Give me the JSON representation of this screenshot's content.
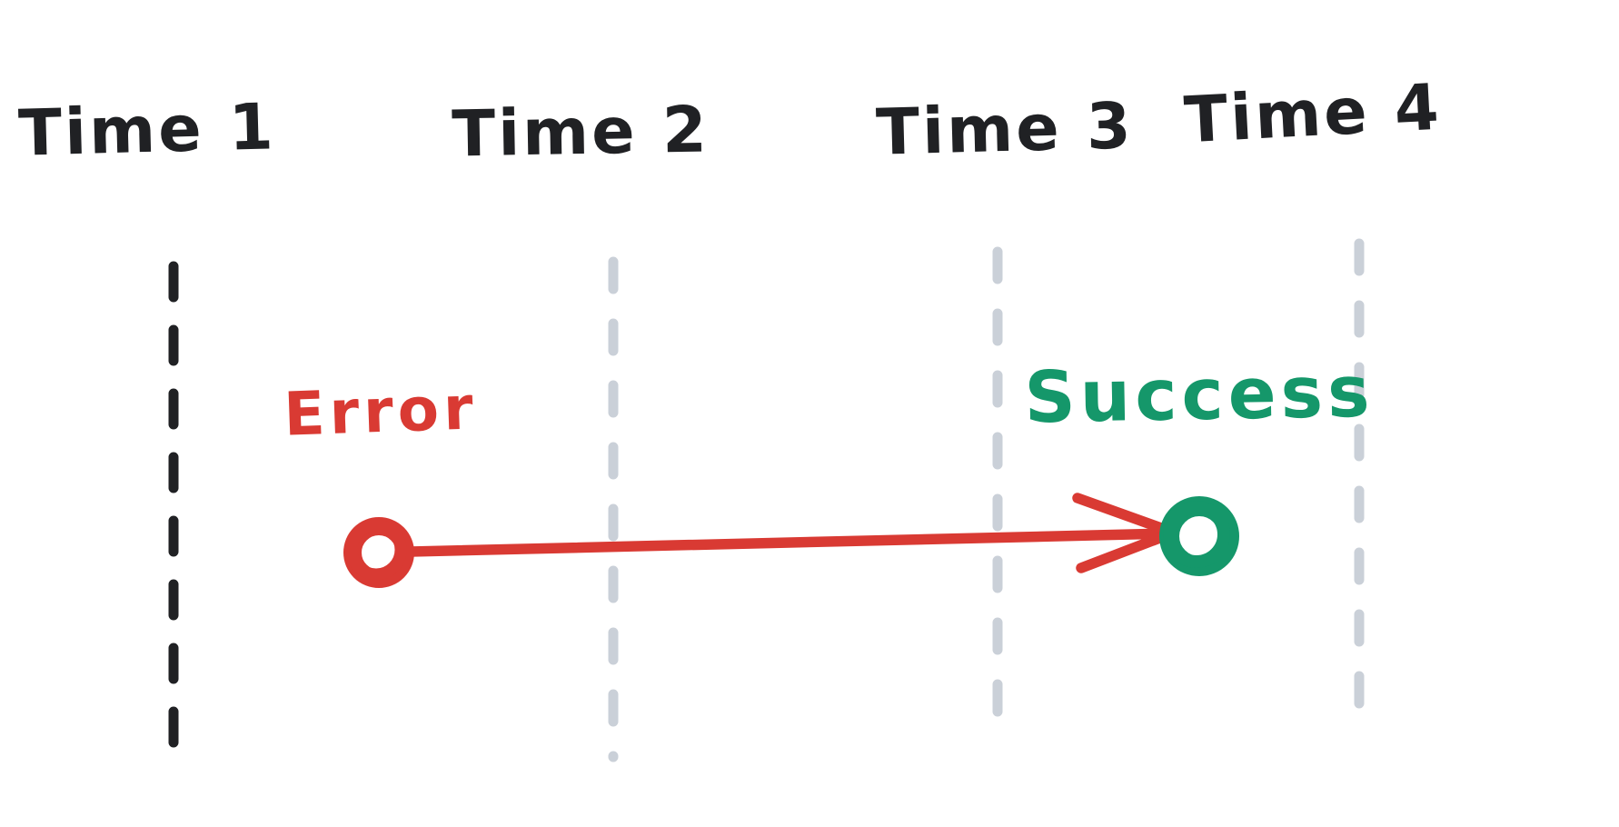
{
  "diagram": {
    "background": "#ffffff",
    "colors": {
      "active_timeline": "#202124",
      "inactive_timeline": "#cad0d8",
      "error": "#d93a33",
      "success": "#15976a"
    },
    "timelines": [
      {
        "label": "Time 1",
        "state": "active"
      },
      {
        "label": "Time 2",
        "state": "inactive"
      },
      {
        "label": "Time 3",
        "state": "inactive"
      },
      {
        "label": "Time 4",
        "state": "inactive"
      }
    ],
    "events": [
      {
        "label": "Error",
        "kind": "error",
        "color": "#d93a33"
      },
      {
        "label": "Success",
        "kind": "success",
        "color": "#15976a"
      }
    ],
    "arrow": {
      "from": "Error",
      "to": "Success",
      "color": "#d93a33"
    }
  }
}
